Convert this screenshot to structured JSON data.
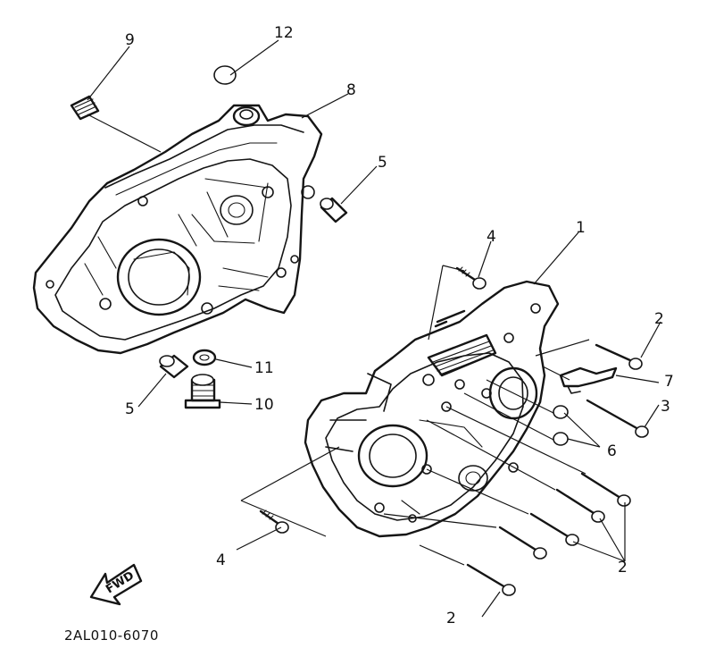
{
  "diagram": {
    "callouts": {
      "c1": "1",
      "c2a": "2",
      "c2b": "2",
      "c2c": "2",
      "c3": "3",
      "c4a": "4",
      "c4b": "4",
      "c5a": "5",
      "c5b": "5",
      "c6": "6",
      "c7": "7",
      "c8": "8",
      "c9": "9",
      "c10": "10",
      "c11": "11",
      "c12": "12"
    },
    "fwd_label": "FWD",
    "drawing_code": "2AL010-6070"
  }
}
